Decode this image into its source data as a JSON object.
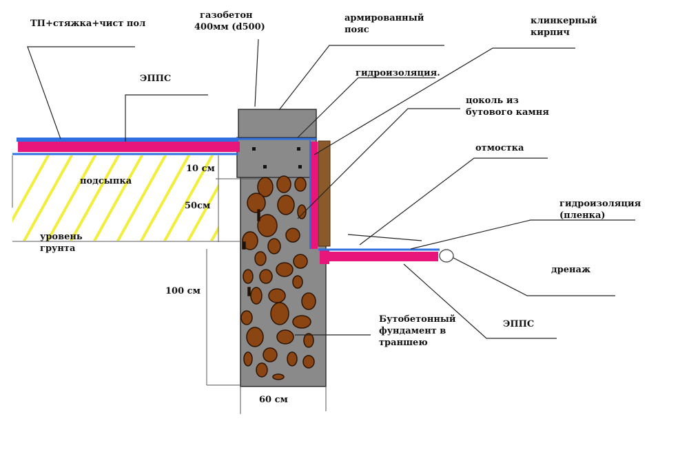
{
  "labels": {
    "floor_layers": "ТП+стяжка+чист пол",
    "aerated_concrete_line1": "газобетон",
    "aerated_concrete_line2": "400мм (d500)",
    "reinforced_belt_line1": "армированный",
    "reinforced_belt_line2": "пояс",
    "clinker_brick_line1": "клинкерный",
    "clinker_brick_line2": "кирпич",
    "xps_top": "ЭППС",
    "waterproofing_top": "гидроизоляция.",
    "plinth_line1": "цоколь из",
    "plinth_line2": "бутового камня",
    "blind_area": "отмостка",
    "waterproofing_film_line1": "гидроизоляция",
    "waterproofing_film_line2": "(пленка)",
    "backfill": "подсыпка",
    "dim_10": "10 см",
    "dim_50": "50см",
    "ground_level_line1": "уровень",
    "ground_level_line2": "грунта",
    "dim_100": "100 см",
    "drainage": "дренаж",
    "xps_bottom": "ЭППС",
    "foundation_line1": "Бутобетонный",
    "foundation_line2": "фундамент в",
    "foundation_line3": "траншею",
    "dim_60": "60 см"
  },
  "colors": {
    "concrete": "#8a8a8a",
    "stone": "#8b4513",
    "insulation": "#e8157a",
    "waterproofing": "#2f6fe0",
    "brick": "#8a5a2b",
    "backfill_hatch": "#f2ee3a",
    "line": "#222222"
  }
}
